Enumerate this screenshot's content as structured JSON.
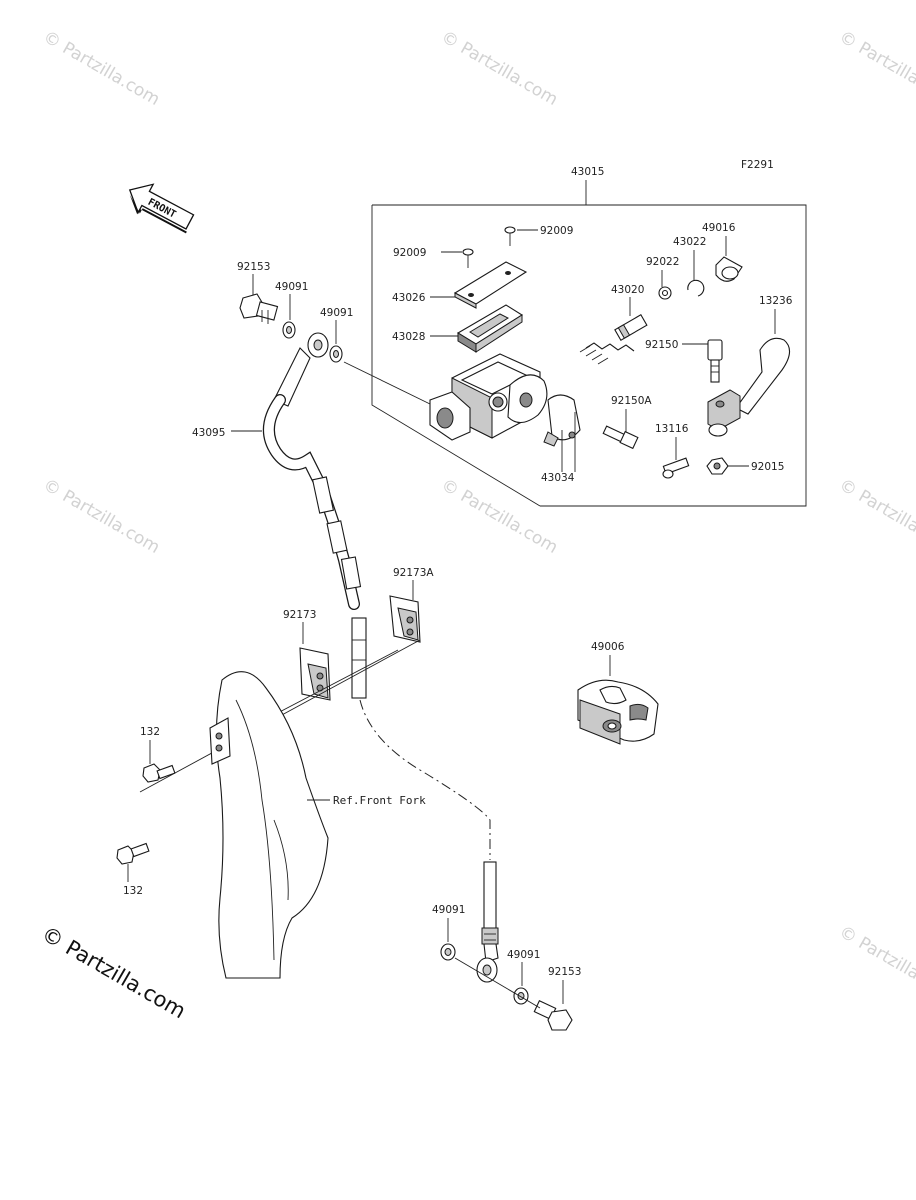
{
  "figure_code": "F2291",
  "front_arrow_text": "FRONT",
  "watermark": "© Partzilla.com",
  "watermark_main": "© Partzilla.com",
  "ref_front_fork": "Ref.Front Fork",
  "parts": {
    "p43015": "43015",
    "p92009_a": "92009",
    "p92009_b": "92009",
    "p43026": "43026",
    "p43028": "43028",
    "p43020": "43020",
    "p92022": "92022",
    "p43022": "43022",
    "p49016": "49016",
    "p13236": "13236",
    "p92150": "92150",
    "p92150A": "92150A",
    "p13116": "13116",
    "p92015": "92015",
    "p43034": "43034",
    "p92153_top": "92153",
    "p49091_top1": "49091",
    "p49091_top2": "49091",
    "p43095": "43095",
    "p92173A": "92173A",
    "p92173": "92173",
    "p49006": "49006",
    "p132_a": "132",
    "p132_b": "132",
    "p49091_bot1": "49091",
    "p49091_bot2": "49091",
    "p92153_bot": "92153"
  }
}
